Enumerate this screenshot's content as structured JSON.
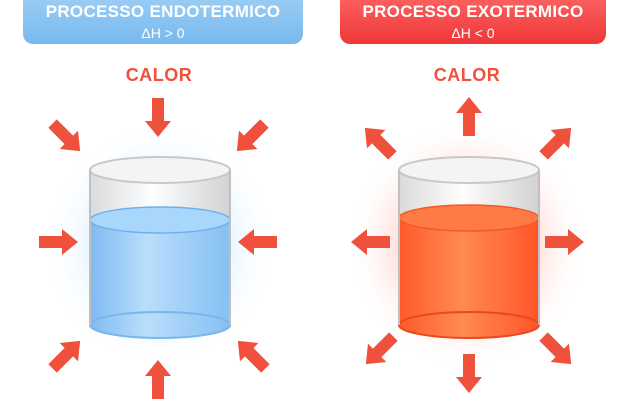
{
  "endothermic": {
    "title": "PROCESSO ENDOTERMICO",
    "formula": "ΔH > 0",
    "heat_label": "CALOR",
    "arrow_direction": "inward",
    "liquid_color": "#8ec8f6",
    "glow_color": "#9fd8ff"
  },
  "exothermic": {
    "title": "PROCESSO EXOTERMICO",
    "formula": "ΔH < 0",
    "heat_label": "CALOR",
    "arrow_direction": "outward",
    "liquid_color": "#ff6a3c",
    "glow_color": "#ff7a6a"
  },
  "colors": {
    "arrow": "#f0513c",
    "endo_banner": "#8cc6f3",
    "exo_banner": "#f24545"
  }
}
